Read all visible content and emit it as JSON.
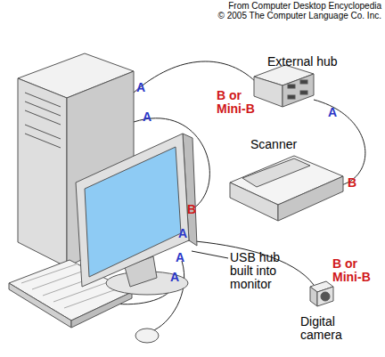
{
  "diagram": {
    "labels": [
      "From Computer Desktop Encyclopedia",
      "© 2005 The Computer Language Co. Inc.",
      "External hub",
      "A",
      "B or Mini-B",
      "A",
      "A",
      "Scanner",
      "B",
      "B",
      "A",
      "USB hub built into monitor",
      "A",
      "B or Mini-B",
      "A",
      "Digital camera"
    ]
  }
}
